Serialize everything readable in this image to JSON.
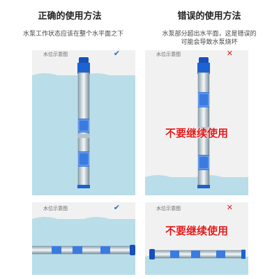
{
  "left": {
    "title": "正确的使用方法",
    "description": "水泵工作状态应该在整个水平面之下"
  },
  "right": {
    "title": "错误的使用方法",
    "description_line1": "水泵部分超出水平面，这是错误的",
    "description_line2": "可能会导致水泵烧坏"
  },
  "panels": {
    "label": "水位示意图",
    "warning": "不要继续使用",
    "ok_mark": "✔",
    "bad_mark": "✕"
  },
  "icons": {
    "ok": "checkmark-icon",
    "bad": "cross-icon"
  },
  "colors": {
    "water": "#b9dde9",
    "ok": "#1e6fd9",
    "bad": "#e02020"
  }
}
